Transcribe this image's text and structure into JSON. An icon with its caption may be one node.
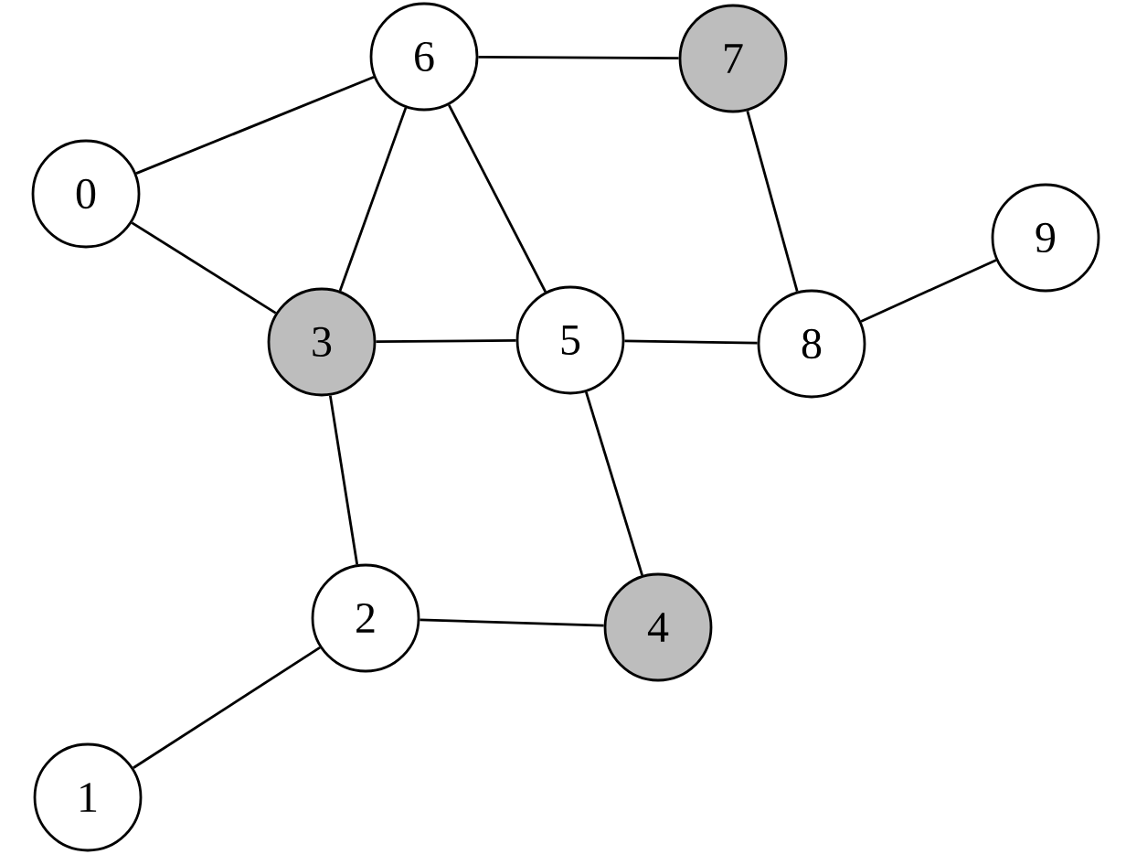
{
  "diagram": {
    "nodes": [
      {
        "text": [
          "6"
        ]
      },
      {
        "text": [
          "7"
        ]
      },
      {
        "text": [
          "0"
        ]
      },
      {
        "text": [
          "9"
        ]
      },
      {
        "text": [
          "3"
        ]
      },
      {
        "text": [
          "5"
        ]
      },
      {
        "text": [
          "8"
        ]
      },
      {
        "text": [
          "2"
        ]
      },
      {
        "text": [
          "4"
        ]
      },
      {
        "text": [
          "1"
        ]
      }
    ],
    "edges": [
      {
        "from": 2,
        "to": 0,
        "arrow": "none"
      },
      {
        "from": 2,
        "to": 4,
        "arrow": "none"
      },
      {
        "from": 0,
        "to": 1,
        "arrow": "none"
      },
      {
        "from": 0,
        "to": 4,
        "arrow": "none"
      },
      {
        "from": 0,
        "to": 5,
        "arrow": "none"
      },
      {
        "from": 1,
        "to": 6,
        "arrow": "none"
      },
      {
        "from": 4,
        "to": 5,
        "arrow": "none"
      },
      {
        "from": 5,
        "to": 6,
        "arrow": "none"
      },
      {
        "from": 6,
        "to": 3,
        "arrow": "none"
      },
      {
        "from": 4,
        "to": 7,
        "arrow": "none"
      },
      {
        "from": 5,
        "to": 8,
        "arrow": "none"
      },
      {
        "from": 7,
        "to": 8,
        "arrow": "none"
      },
      {
        "from": 7,
        "to": 9,
        "arrow": "none"
      }
    ]
  }
}
